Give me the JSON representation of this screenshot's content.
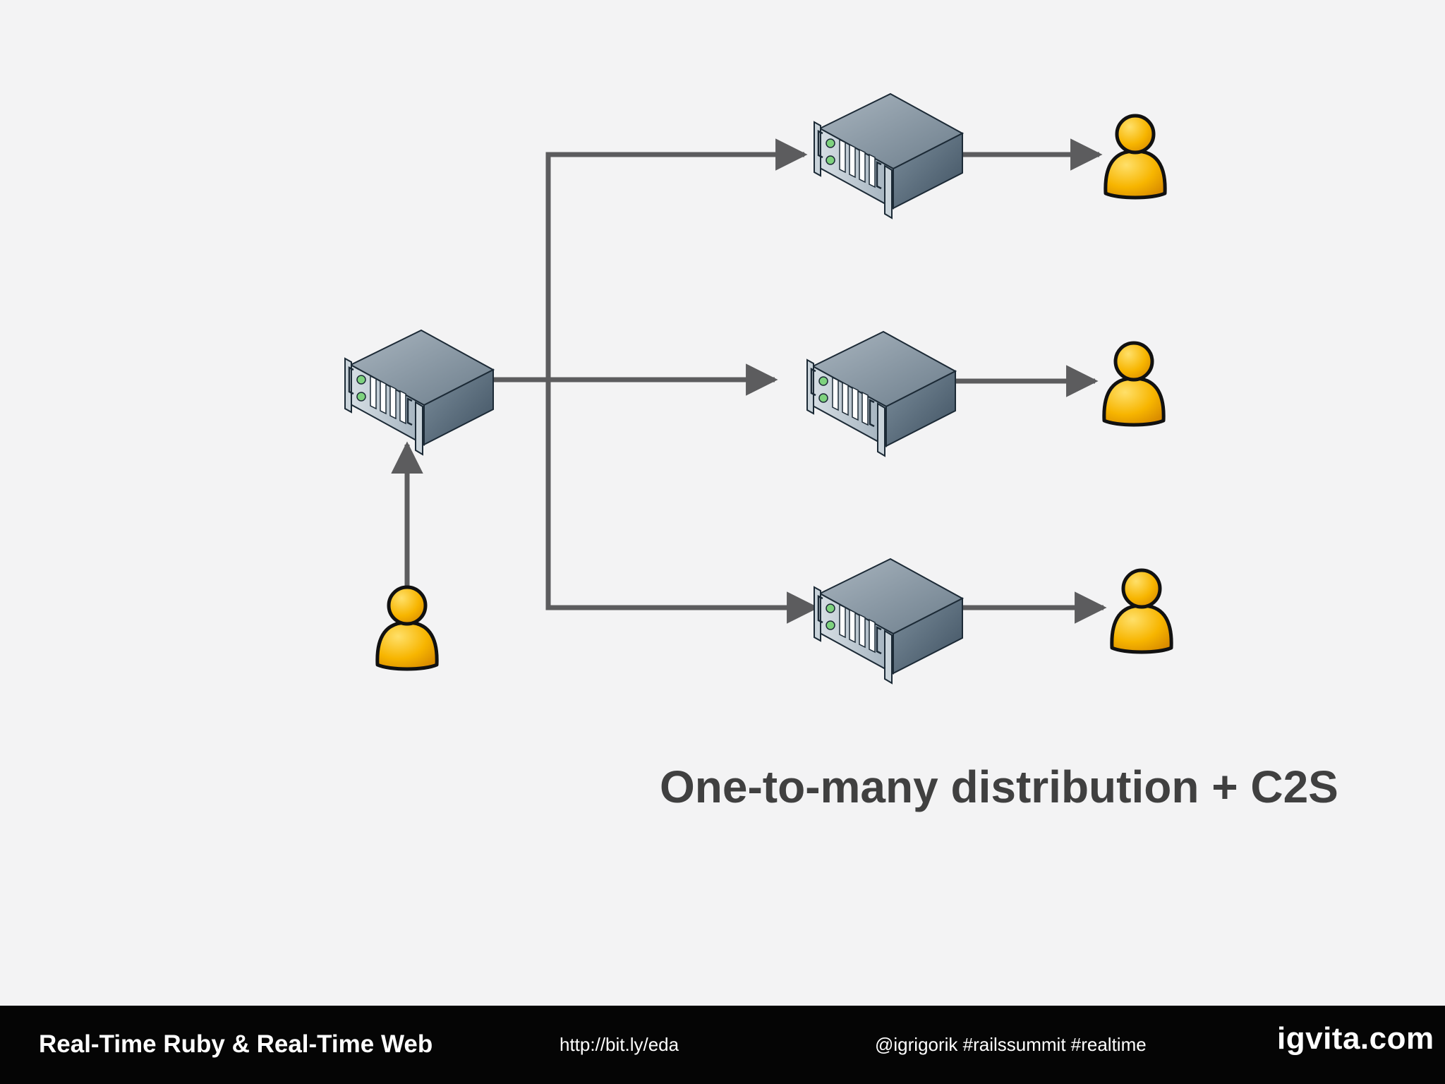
{
  "slide": {
    "title": "One-to-many distribution + C2S"
  },
  "footer": {
    "talk_title": "Real-Time Ruby & Real-Time Web",
    "url": "http://bit.ly/eda",
    "hashtags": "@igrigorik #railssummit #realtime",
    "logo": "igvita.com"
  },
  "colors": {
    "background": "#f3f3f4",
    "arrow": "#5c5c5e",
    "title_text": "#404040",
    "user_fill": "#f7b500",
    "server_top": "#8a9aa6",
    "footer_bg": "#050505"
  },
  "icons": [
    "server-icon",
    "user-icon"
  ]
}
